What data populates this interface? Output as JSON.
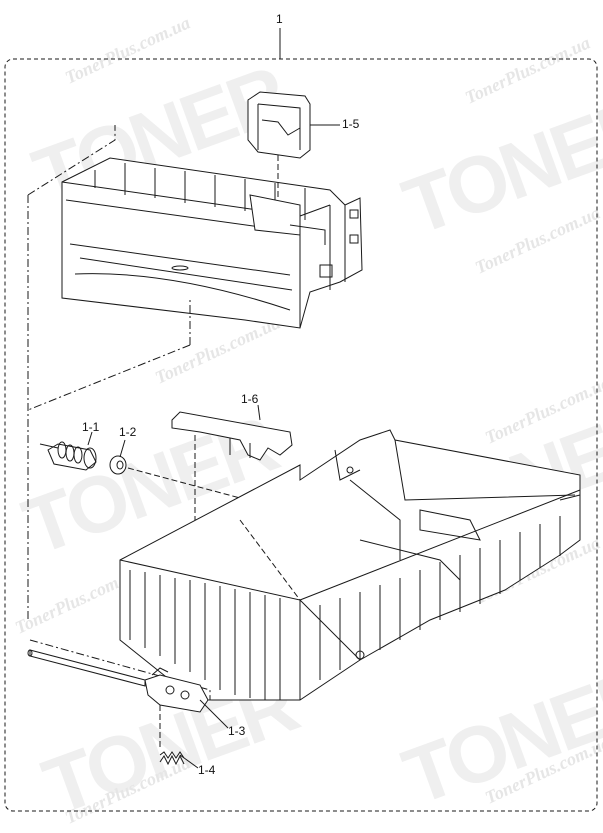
{
  "diagram": {
    "assembly_label": "1",
    "callouts": {
      "c1_1": "1-1",
      "c1_2": "1-2",
      "c1_3": "1-3",
      "c1_4": "1-4",
      "c1_5": "1-5",
      "c1_6": "1-6"
    },
    "watermark": "TonerPlus.com.ua",
    "watermark_big": "TONER"
  },
  "colors": {
    "line": "#1a1a1a",
    "watermark": "#e6e6e6"
  }
}
